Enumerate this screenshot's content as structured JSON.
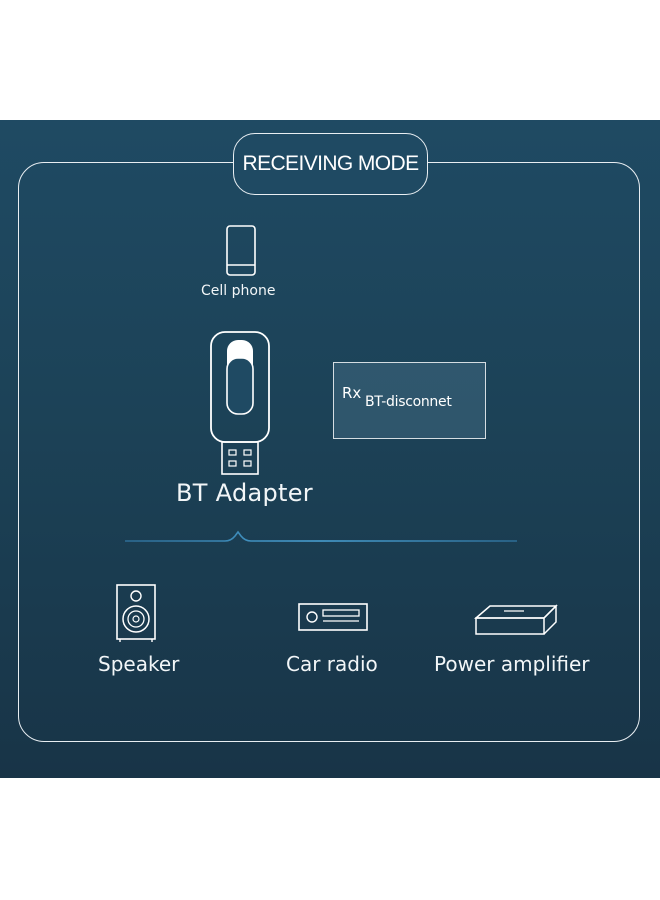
{
  "title": "RECEIVING MODE",
  "source": {
    "label": "Cell phone",
    "icon": "cell-phone-icon"
  },
  "adapter": {
    "label": "BT Adapter",
    "icon": "usb-bluetooth-adapter-icon"
  },
  "status_display": {
    "mode": "Rx",
    "message": "BT-disconnet"
  },
  "outputs": [
    {
      "label": "Speaker",
      "icon": "speaker-icon"
    },
    {
      "label": "Car radio",
      "icon": "car-radio-icon"
    },
    {
      "label": "Power amplifier",
      "icon": "power-amplifier-icon"
    }
  ],
  "colors": {
    "background_top": "#1f4a63",
    "background_bottom": "#183447",
    "line": "#e8eef2",
    "divider_accent": "#3f95c8",
    "text": "#ffffff"
  }
}
